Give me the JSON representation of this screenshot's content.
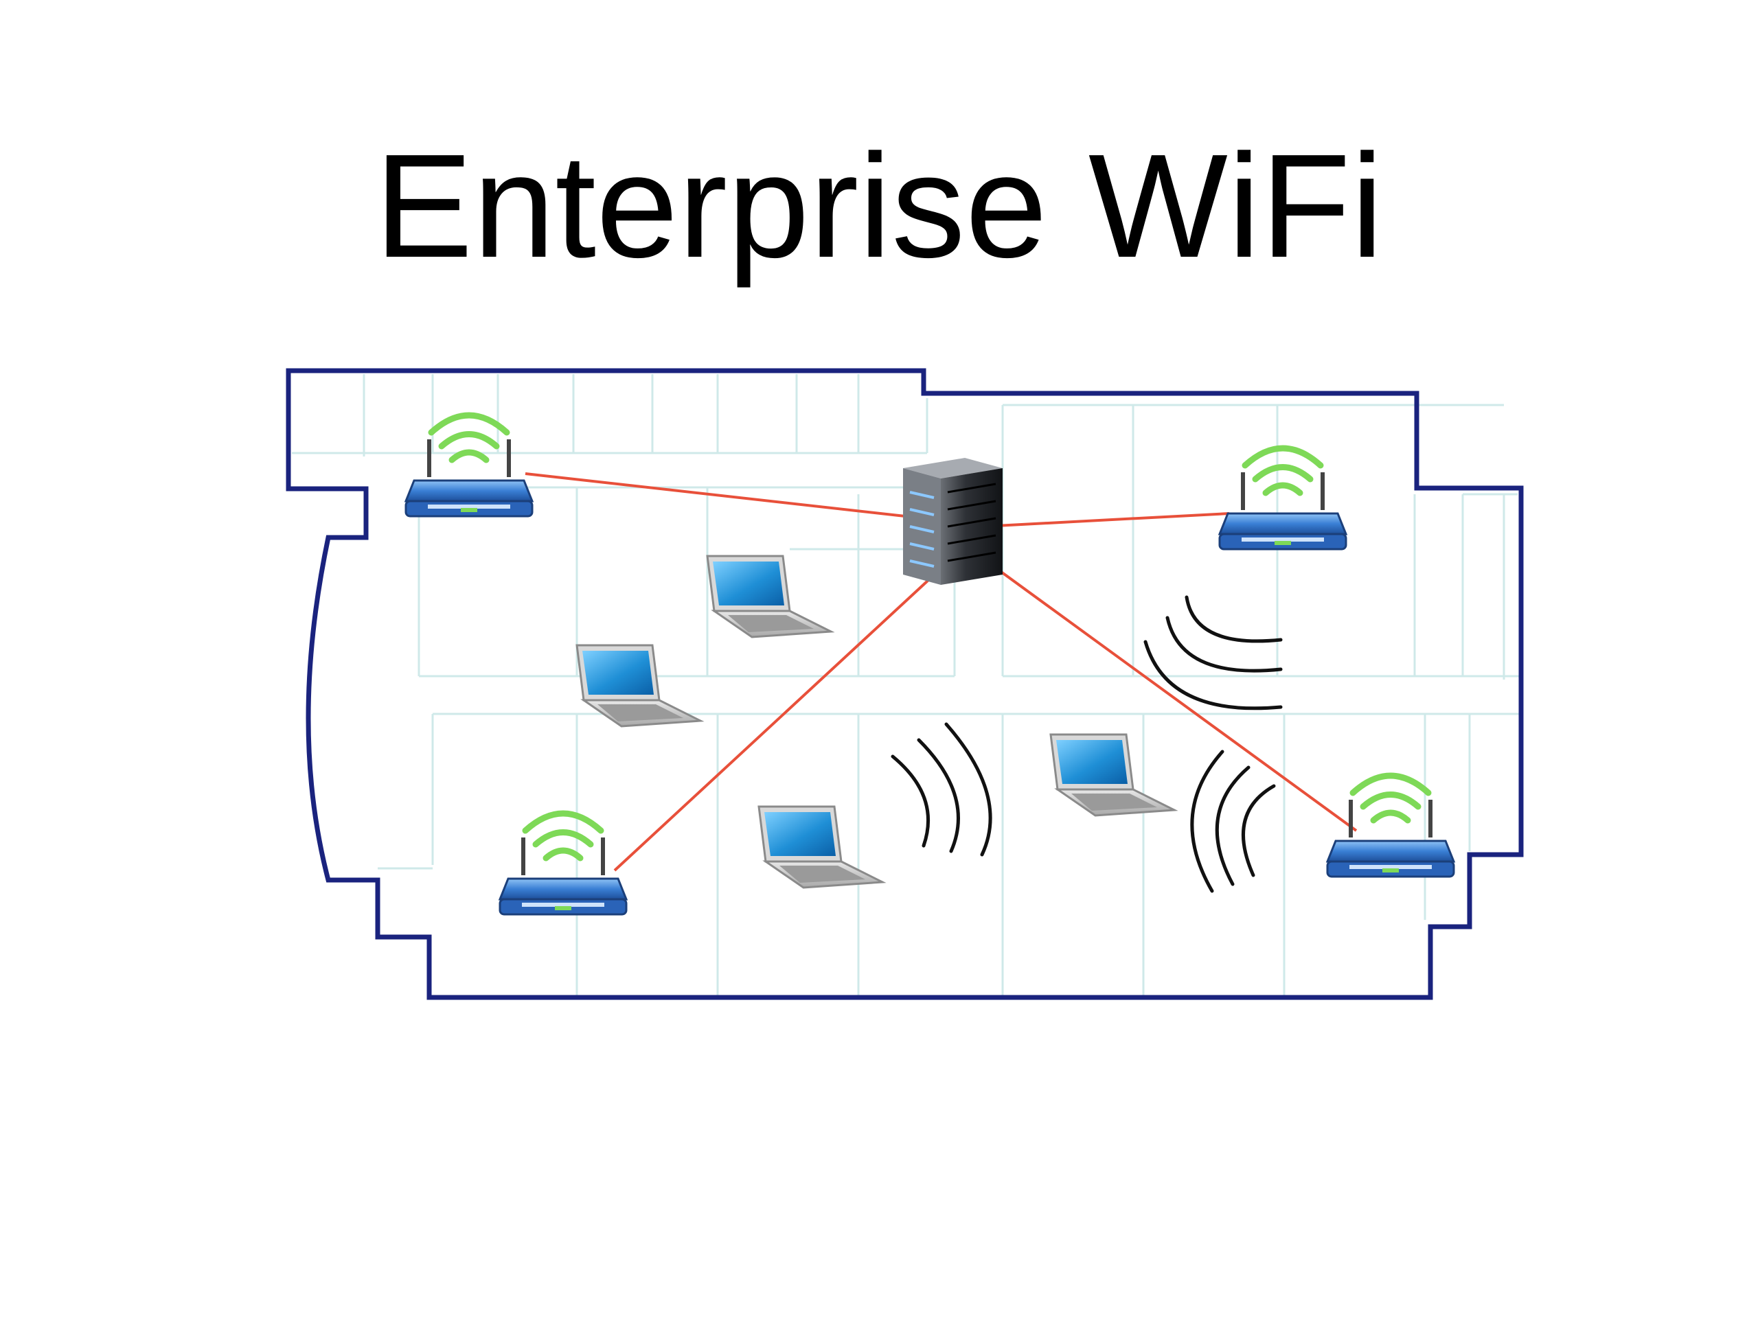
{
  "slide": {
    "title": "Enterprise WiFi"
  },
  "diagram": {
    "nodes": [
      {
        "id": "server",
        "type": "server",
        "icon": "server-icon"
      },
      {
        "id": "ap-1",
        "type": "access-point",
        "icon": "wireless-router-icon"
      },
      {
        "id": "ap-2",
        "type": "access-point",
        "icon": "wireless-router-icon"
      },
      {
        "id": "ap-3",
        "type": "access-point",
        "icon": "wireless-router-icon"
      },
      {
        "id": "ap-4",
        "type": "access-point",
        "icon": "wireless-router-icon"
      },
      {
        "id": "laptop-1",
        "type": "laptop",
        "icon": "laptop-icon"
      },
      {
        "id": "laptop-2",
        "type": "laptop",
        "icon": "laptop-icon"
      },
      {
        "id": "laptop-3",
        "type": "laptop",
        "icon": "laptop-icon"
      },
      {
        "id": "laptop-4",
        "type": "laptop",
        "icon": "laptop-icon"
      }
    ],
    "edges": [
      {
        "from": "server",
        "to": "ap-1"
      },
      {
        "from": "server",
        "to": "ap-2"
      },
      {
        "from": "server",
        "to": "ap-3"
      },
      {
        "from": "server",
        "to": "ap-4"
      }
    ],
    "colors": {
      "building_outline": "#1a237e",
      "room_lines": "#cfe9e9",
      "wired_link": "#e8503a",
      "wifi_signal": "#7ed957",
      "router_body": "#3a7fd5",
      "laptop_screen": "#1f8fd6",
      "radio_waves": "#111111"
    }
  }
}
